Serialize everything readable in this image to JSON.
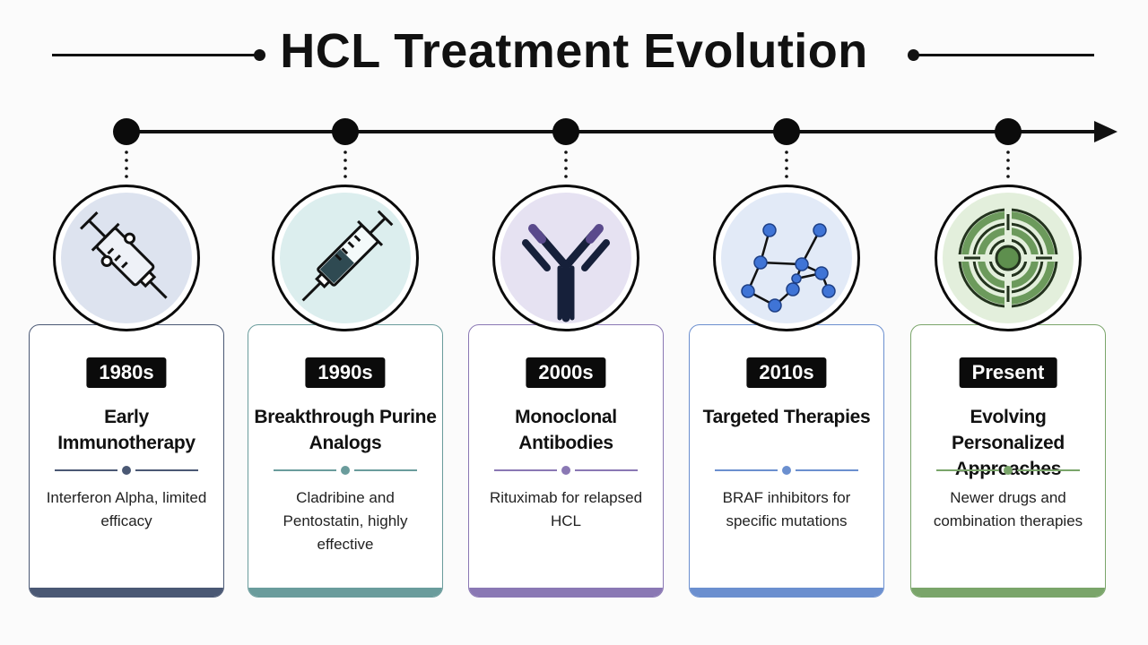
{
  "title": "HCL Treatment Evolution",
  "stages": [
    {
      "year": "1980s",
      "title": "Early Immunotherapy",
      "description": "Interferon Alpha, limited efficacy",
      "icon": "syringe-icon",
      "accent": "#4a5874",
      "icon_bg": "#dde3ef"
    },
    {
      "year": "1990s",
      "title": "Breakthrough Purine Analogs",
      "description": "Cladribine and Pentostatin, highly effective",
      "icon": "syringe-icon",
      "accent": "#6a9c9c",
      "icon_bg": "#dceeee"
    },
    {
      "year": "2000s",
      "title": "Monoclonal Antibodies",
      "description": "Rituximab for relapsed HCL",
      "icon": "antibody-icon",
      "accent": "#8a78b4",
      "icon_bg": "#e6e2f2"
    },
    {
      "year": "2010s",
      "title": "Targeted Therapies",
      "description": "BRAF inhibitors for specific mutations",
      "icon": "molecule-icon",
      "accent": "#6b8fcf",
      "icon_bg": "#e2eaf7"
    },
    {
      "year": "Present",
      "title": "Evolving Personalized Approaches",
      "description": "Newer drugs and combination therapies",
      "icon": "target-icon",
      "accent": "#7aa56a",
      "icon_bg": "#e3efdc"
    }
  ]
}
